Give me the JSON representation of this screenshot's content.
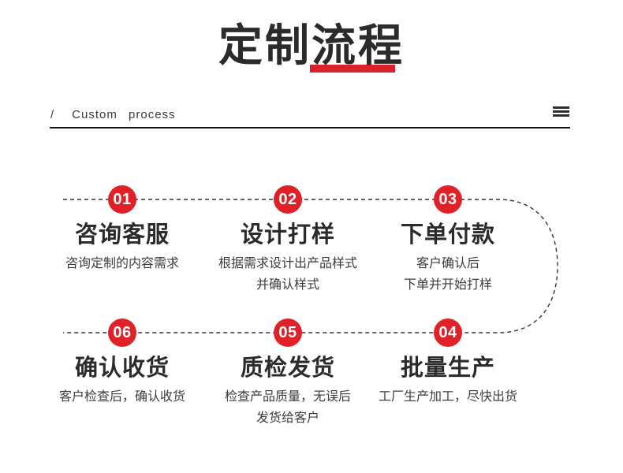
{
  "header": {
    "title": "定制流程",
    "subtitle_slash": "/",
    "subtitle": "Custom process",
    "menu_icon": "hamburger-menu"
  },
  "colors": {
    "accent_red": "#e02128",
    "underline_red": "#da222d",
    "line_black": "#141414",
    "dash_gray": "#333333"
  },
  "flow": {
    "shape": "dashed line through steps 01-02-03, curving right and down, back through 04-05-06",
    "dash_color": "#333333"
  },
  "steps": [
    {
      "number": "01",
      "title": "咨询客服",
      "desc_lines": [
        "咨询定制的内容需求"
      ]
    },
    {
      "number": "02",
      "title": "设计打样",
      "desc_lines": [
        "根据需求设计出产品样式",
        "并确认样式"
      ]
    },
    {
      "number": "03",
      "title": "下单付款",
      "desc_lines": [
        "客户确认后",
        "下单并开始打样"
      ]
    },
    {
      "number": "04",
      "title": "批量生产",
      "desc_lines": [
        "工厂生产加工，尽快出货"
      ]
    },
    {
      "number": "05",
      "title": "质检发货",
      "desc_lines": [
        "检查产品质量，无误后",
        "发货给客户"
      ]
    },
    {
      "number": "06",
      "title": "确认收货",
      "desc_lines": [
        "客户检查后，确认收货"
      ]
    }
  ]
}
